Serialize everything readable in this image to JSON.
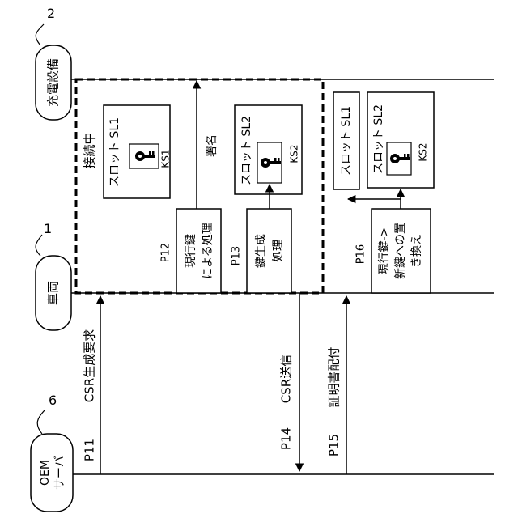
{
  "entities": {
    "charger": {
      "label": "充電設備",
      "ref": "2"
    },
    "vehicle": {
      "label": "車両",
      "ref": "1"
    },
    "oem": {
      "label_line1": "OEM",
      "label_line2": "サーバ",
      "ref": "6"
    }
  },
  "connecting_label": "接続中",
  "slots": {
    "sl1_left": {
      "label": "スロット SL1",
      "key": "KS1"
    },
    "sl2_left": {
      "label": "スロット SL2",
      "key": "KS2"
    },
    "sl1_right": {
      "label": "スロット SL1"
    },
    "sl2_right": {
      "label": "スロット SL2",
      "key": "KS2"
    }
  },
  "signature_label": "署名",
  "processes": {
    "p12": {
      "id": "P12",
      "line1": "現行鍵",
      "line2": "による処理"
    },
    "p13": {
      "id": "P13",
      "line1": "鍵生成",
      "line2": "処理"
    },
    "p16": {
      "id": "P16",
      "line1": "現行鍵->",
      "line2": "新鍵への置",
      "line3": "き換え"
    }
  },
  "messages": {
    "p11": {
      "id": "P11",
      "text": "CSR生成要求"
    },
    "p14": {
      "id": "P14",
      "text": "CSR送信"
    },
    "p15": {
      "id": "P15",
      "text": "証明書配付"
    }
  }
}
